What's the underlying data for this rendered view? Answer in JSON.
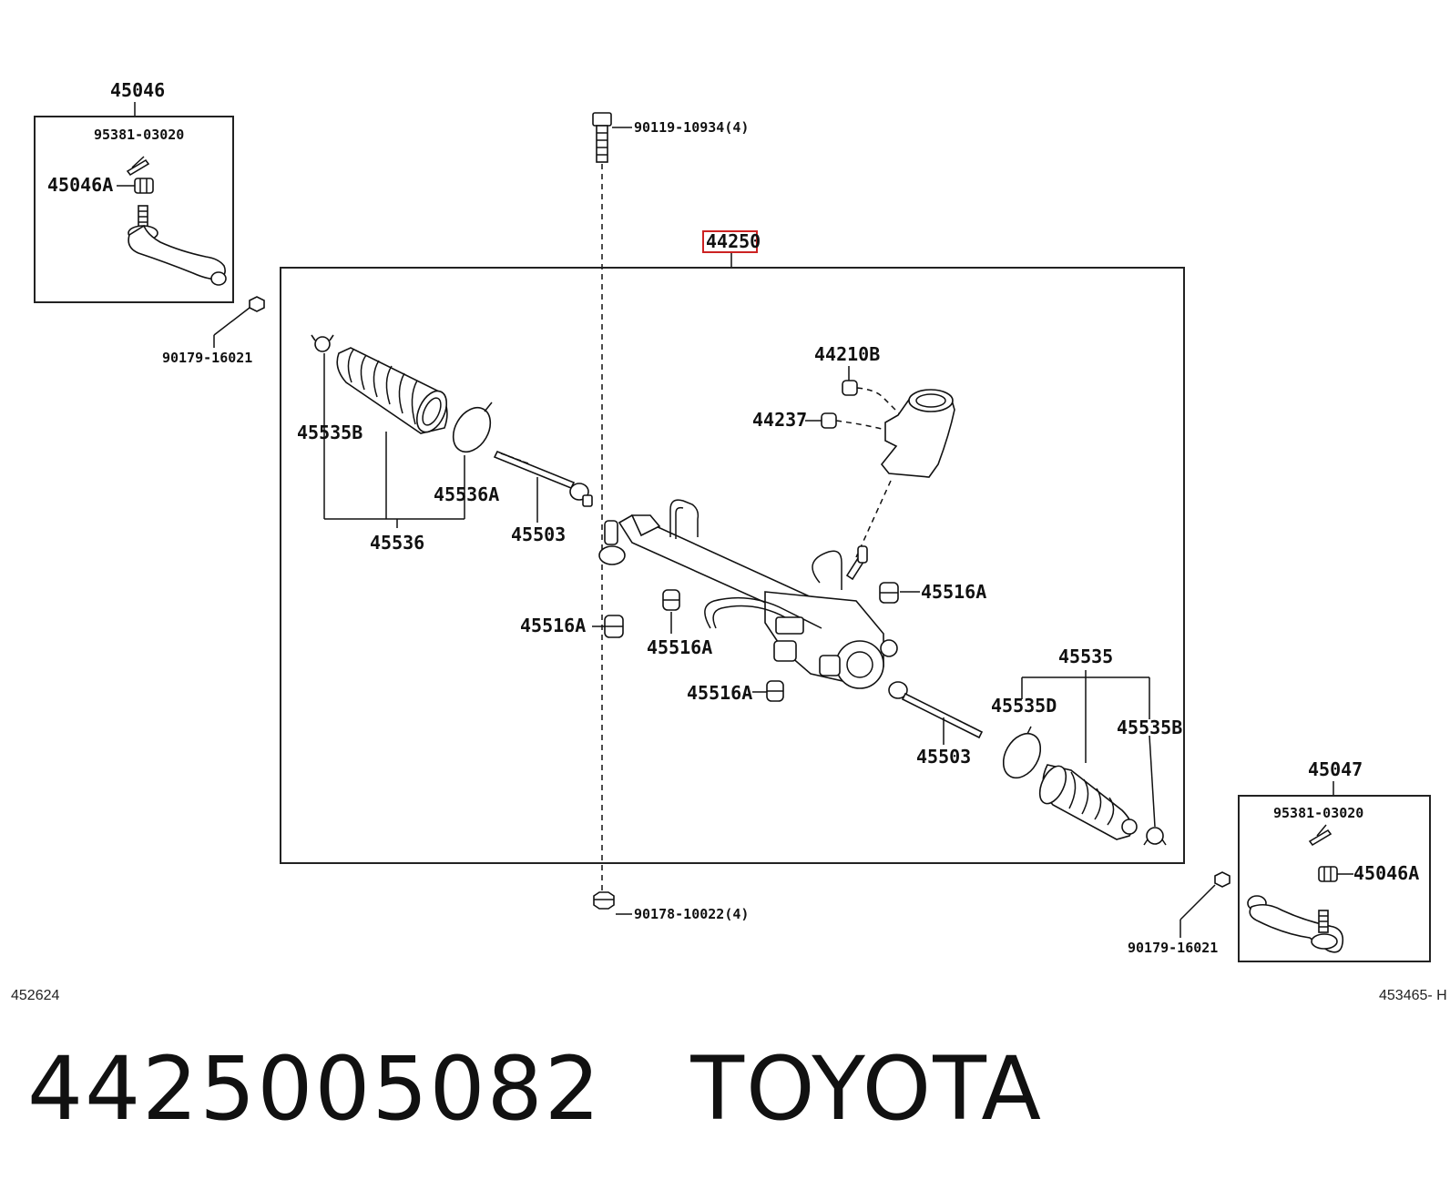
{
  "labels": {
    "tie_rod_end_left_assy": "45046",
    "cotter_pin_left": "95381-03020",
    "nut_left": "45046A",
    "nut_left_lower": "90179-16021",
    "bolt_top": "90119-10934(4)",
    "rack_assembly": "44250",
    "boot_clip_left": "45535B",
    "boot_set_left": "45536",
    "boot_clamp_left": "45536A",
    "inner_rod_left": "45503",
    "bracket_upper": "44210B",
    "cap": "44237",
    "grommet_right_upper": "45516A",
    "grommet_left": "45516A",
    "grommet_center": "45516A",
    "grommet_lower": "45516A",
    "boot_set_right": "45535",
    "boot_clamp_right": "45535D",
    "boot_clip_right": "45535B",
    "inner_rod_right": "45503",
    "nut_bottom": "90178-10022(4)",
    "tie_rod_end_right_assy": "45047",
    "cotter_pin_right": "95381-03020",
    "nut_right": "45046A",
    "nut_right_lower": "90179-16021"
  },
  "reference_left": "452624",
  "reference_right": "453465- H",
  "caption": {
    "part_number": "4425005082",
    "brand": "TOYOTA"
  },
  "highlight_color": "#cc2222"
}
